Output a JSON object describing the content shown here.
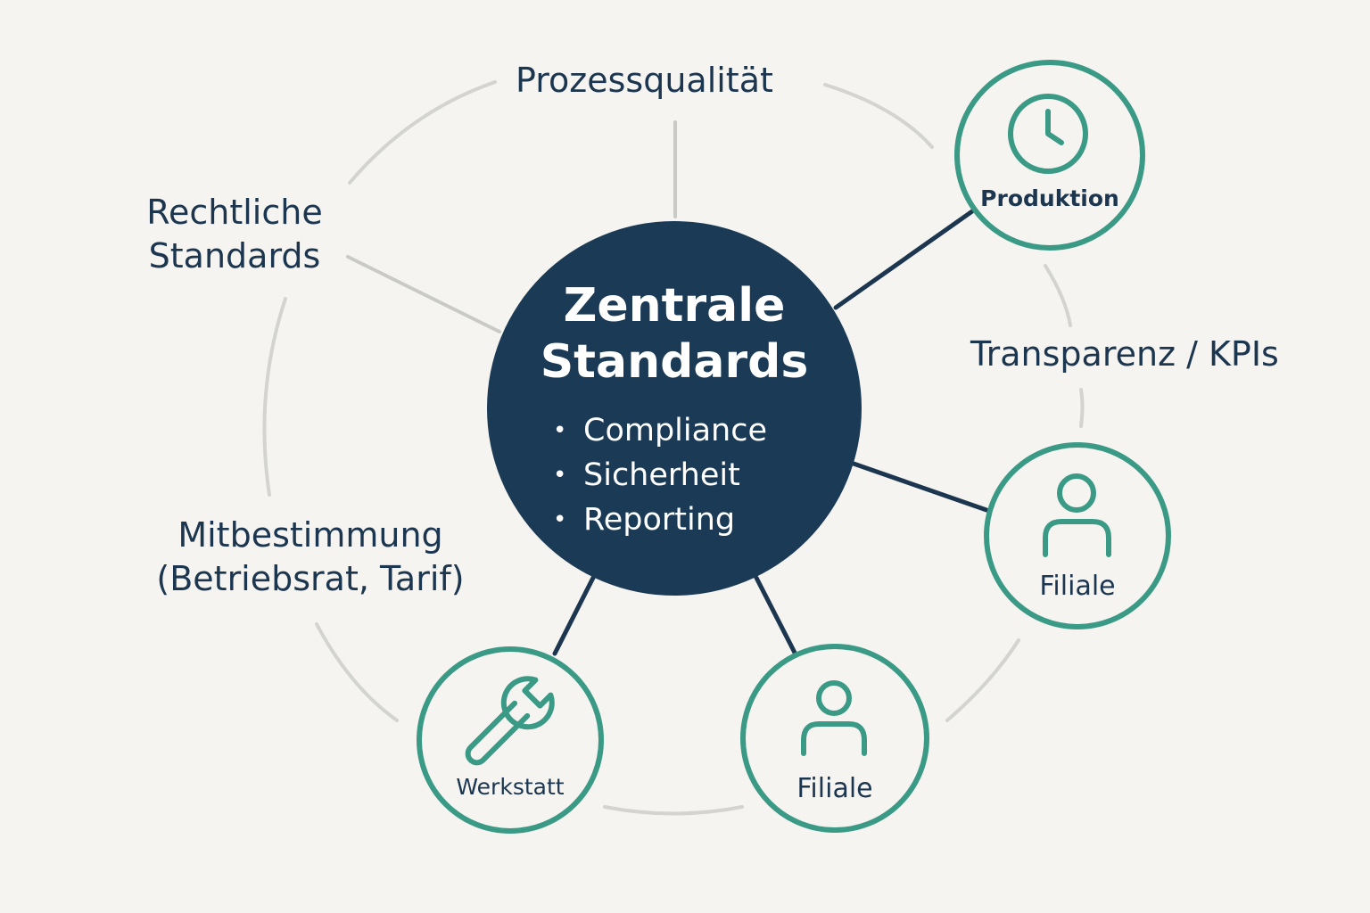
{
  "center": {
    "title_line1": "Zentrale",
    "title_line2": "Standards",
    "bullets": [
      "Compliance",
      "Sicherheit",
      "Reporting"
    ]
  },
  "topics": {
    "prozessqualitaet": "Prozessqualität",
    "rechtliche_line1": "Rechtliche",
    "rechtliche_line2": "Standards",
    "mitbestimmung_line1": "Mitbestimmung",
    "mitbestimmung_line2": "(Betriebsrat, Tarif)",
    "transparenz": "Transparenz / KPIs"
  },
  "nodes": [
    {
      "label": "Produktion",
      "icon": "clock-icon"
    },
    {
      "label": "Filiale",
      "icon": "person-icon"
    },
    {
      "label": "Filiale",
      "icon": "person-icon"
    },
    {
      "label": "Werkstatt",
      "icon": "wrench-icon"
    }
  ],
  "colors": {
    "center_fill": "#1b3a55",
    "node_stroke": "#3a9a85",
    "connector": "#1c3650",
    "ring": "#d0d0cc",
    "text": "#1c3650",
    "background": "#f5f4f0"
  }
}
